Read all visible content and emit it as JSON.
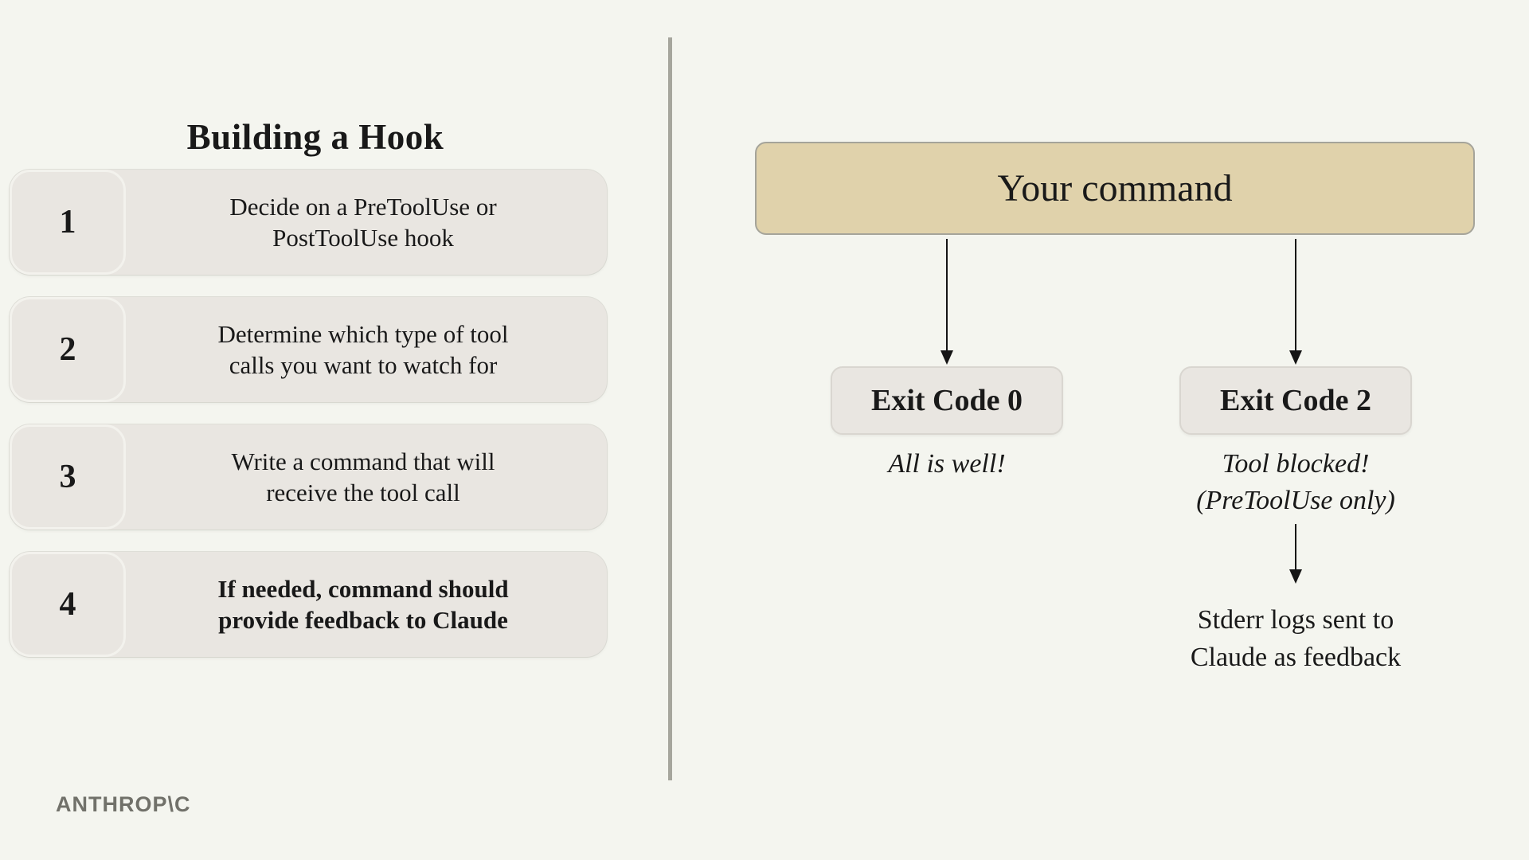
{
  "colors": {
    "bg": "#f4f5ef",
    "box": "#e9e6e1",
    "tan": "#e0d2ab",
    "divider": "#a6a69d",
    "ink": "#191919",
    "logo": "#71716a"
  },
  "left": {
    "title": "Building a Hook",
    "steps": [
      {
        "number": "1",
        "line1": "Decide on a PreToolUse or",
        "line2": "PostToolUse hook"
      },
      {
        "number": "2",
        "line1": "Determine which type of tool",
        "line2": "calls you want to watch for"
      },
      {
        "number": "3",
        "line1": "Write a command that will",
        "line2": "receive the tool call"
      },
      {
        "number": "4",
        "line1": "If needed, command should",
        "line2": "provide feedback to Claude"
      }
    ],
    "logo": "ANTHROP\\C"
  },
  "right": {
    "command_label": "Your command",
    "exit0": {
      "label": "Exit Code 0",
      "caption": "All is well!"
    },
    "exit2": {
      "label": "Exit Code 2",
      "caption_line1": "Tool blocked!",
      "caption_line2": "(PreToolUse only)",
      "followup_line1": "Stderr logs sent to",
      "followup_line2": "Claude as feedback"
    }
  }
}
